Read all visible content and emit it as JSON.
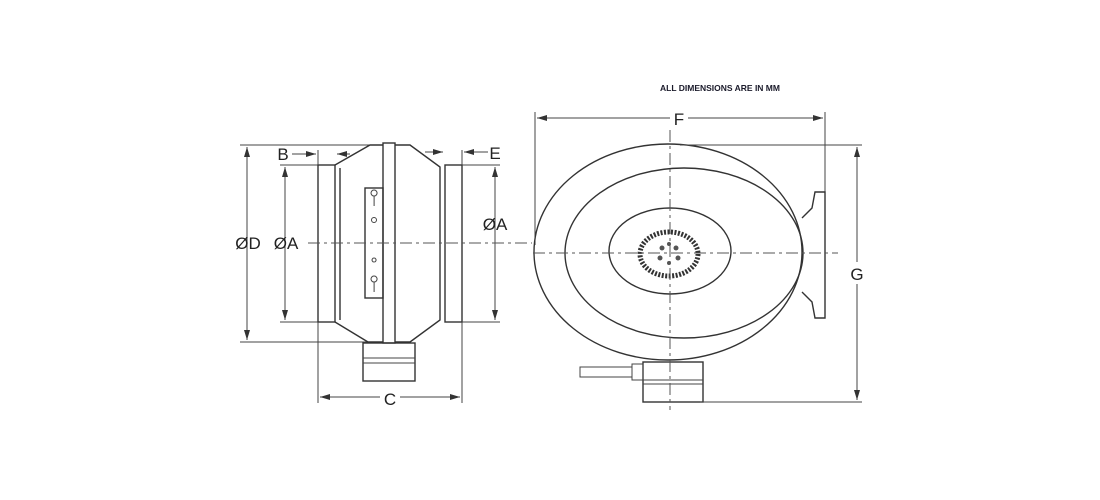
{
  "title": "ALL DIMENSIONS ARE IN MM",
  "side_view": {
    "labels": {
      "b": "B",
      "e": "E",
      "d": "ØD",
      "a_left": "ØA",
      "a_right": "ØA",
      "c": "C"
    }
  },
  "front_view": {
    "labels": {
      "f": "F",
      "g": "G"
    }
  },
  "colors": {
    "line": "#333333",
    "background": "#ffffff"
  }
}
